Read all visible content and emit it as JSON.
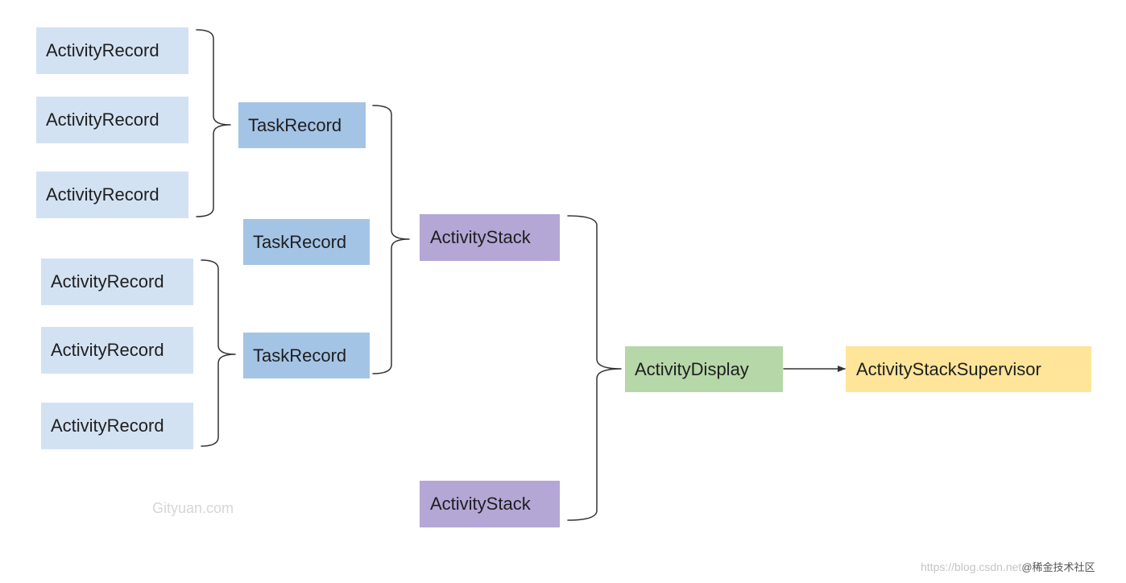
{
  "nodes": {
    "ar1": "ActivityRecord",
    "ar2": "ActivityRecord",
    "ar3": "ActivityRecord",
    "ar4": "ActivityRecord",
    "ar5": "ActivityRecord",
    "ar6": "ActivityRecord",
    "tr1": "TaskRecord",
    "tr2": "TaskRecord",
    "tr3": "TaskRecord",
    "as1": "ActivityStack",
    "as2": "ActivityStack",
    "ad": "ActivityDisplay",
    "ass": "ActivityStackSupervisor"
  },
  "watermark": "Gityuan.com",
  "footer": {
    "url": "https://blog.csdn.net",
    "brand": "@稀金技术社区"
  },
  "colors": {
    "activity_record": "#d3e2f3",
    "task_record": "#a4c4e6",
    "activity_stack": "#b4a7d6",
    "activity_display": "#b6d7a8",
    "activity_stack_supervisor": "#ffe599",
    "connector": "#333333"
  }
}
